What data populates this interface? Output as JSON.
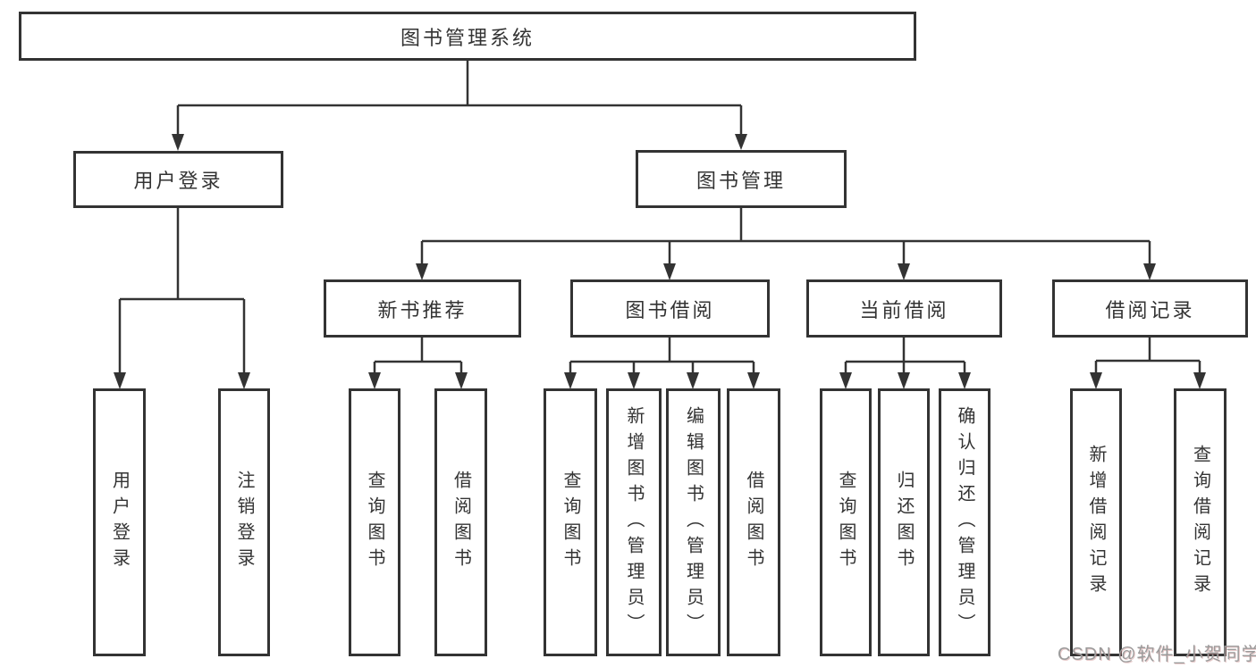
{
  "diagram_title": "图书管理系统",
  "watermark": "CSDN @软件_小贺同学",
  "colors": {
    "line": "#333333",
    "box_border": "#333333",
    "box_background": "#ffffff",
    "text": "#333333",
    "watermark_text": "#9b9b9b"
  },
  "tree": {
    "label": "图书管理系统",
    "children": [
      {
        "label": "用户登录",
        "children": [
          {
            "label": "用户登录"
          },
          {
            "label": "注销登录"
          }
        ]
      },
      {
        "label": "图书管理",
        "children": [
          {
            "label": "新书推荐",
            "children": [
              {
                "label": "查询图书"
              },
              {
                "label": "借阅图书"
              }
            ]
          },
          {
            "label": "图书借阅",
            "children": [
              {
                "label": "查询图书"
              },
              {
                "label": "新增图书（管理员）"
              },
              {
                "label": "编辑图书（管理员）"
              },
              {
                "label": "借阅图书"
              }
            ]
          },
          {
            "label": "当前借阅",
            "children": [
              {
                "label": "查询图书"
              },
              {
                "label": "归还图书"
              },
              {
                "label": "确认归还（管理员）"
              }
            ]
          },
          {
            "label": "借阅记录",
            "children": [
              {
                "label": "新增借阅记录"
              },
              {
                "label": "查询借阅记录"
              }
            ]
          }
        ]
      }
    ]
  }
}
